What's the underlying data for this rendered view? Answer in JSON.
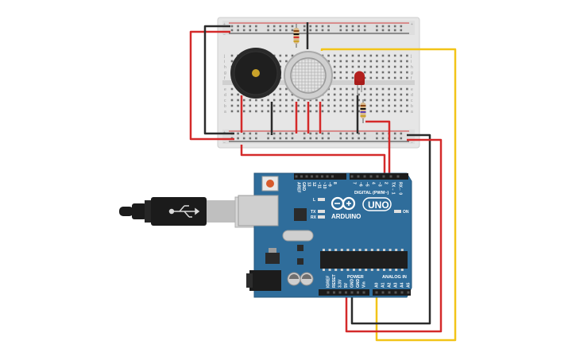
{
  "board": {
    "logo_text": "ARDUINO",
    "model_text": "UNO",
    "digital_header": "DIGITAL (PWM~)",
    "analog_header": "ANALOG IN",
    "power_header": "POWER",
    "on_label": "ON",
    "tx_label": "TX",
    "rx_label": "RX",
    "l_label": "L",
    "digital_pins": [
      "AREF",
      "GND",
      "13",
      "12",
      "~11",
      "~10",
      "~9",
      "8",
      "7",
      "~6",
      "~5",
      "4",
      "~3",
      "2",
      "TX→ 1",
      "RX← 0"
    ],
    "power_pins": [
      "IOREF",
      "RESET",
      "3.3V",
      "5V",
      "GND",
      "GND",
      "Vin"
    ],
    "analog_pins": [
      "A0",
      "A1",
      "A2",
      "A3",
      "A4",
      "A5"
    ]
  },
  "breadboard": {
    "plus_sign": "+",
    "minus_sign": "−",
    "row_letters_top": [
      "j",
      "i",
      "h",
      "g",
      "f"
    ],
    "row_letters_bottom": [
      "e",
      "d",
      "c",
      "b",
      "a"
    ]
  },
  "colors": {
    "board": "#2f6d9b",
    "breadboard": "#e6e6e6",
    "wire_red": "#d42a2a",
    "wire_black": "#2b2b2b",
    "wire_yellow": "#f2c418",
    "led": "#b3201e"
  },
  "components": {
    "buzzer": "piezo-buzzer",
    "gas_sensor": "gas-sensor",
    "led": "red-led",
    "resistors": [
      "resistor-top",
      "resistor-led"
    ],
    "usb": "usb-cable"
  }
}
